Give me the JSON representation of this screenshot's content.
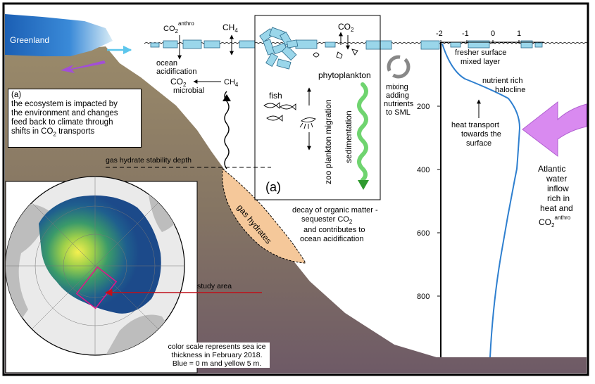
{
  "labels": {
    "greenland": "Greenland",
    "co2_anthro_base": "CO",
    "co2_anthro_sub": "2",
    "co2_anthro_sup": "anthro",
    "ch4_top": "CH",
    "ch4_top_sub": "4",
    "ocean_acidification": [
      "ocean",
      "acidification"
    ],
    "co2_microbial_base": "CO",
    "co2_microbial_sub": "2",
    "microbial": "microbial",
    "ch4_mid": "CH",
    "ch4_mid_sub": "4",
    "co2_box_base": "CO",
    "co2_box_sub": "2",
    "phytoplankton": "phytoplankton",
    "fish": "fish",
    "zooplankton_migration": "zoo plankton migration",
    "sedimentation": "sedimentation",
    "panel_a": "(a)",
    "mixing": [
      "mixing",
      "adding",
      "nutrients",
      "to SML"
    ],
    "gas_hydrate_depth": "gas hydrate stability depth",
    "gas_hydrates": "gas hydrates",
    "decay_1": "decay of organic matter -",
    "decay_2_base": "sequester CO",
    "decay_2_sub": "2",
    "decay_3": "and contributes to",
    "decay_4": "ocean acidification",
    "fresher_1": "fresher surface",
    "fresher_2": "mixed layer",
    "nutrient_1": "nutrient rich",
    "nutrient_2": "halocline",
    "heat_transport": [
      "heat transport",
      "towards the",
      "surface"
    ],
    "atlantic": [
      "Atlantic",
      "water",
      "inflow",
      "rich in",
      "heat and"
    ],
    "atlantic_co2_base": "CO",
    "atlantic_co2_sub": "2",
    "atlantic_co2_sup": "anthro",
    "study_area": "study area"
  },
  "note_a": {
    "line1": "(a)",
    "line2": "the ecosystem is impacted by",
    "line3": "the environment and changes",
    "line4": "feed back to climate through",
    "line5_base": "shifts in CO",
    "line5_sub": "2",
    "line5_tail": " transports"
  },
  "color_caption": [
    "color scale represents sea ice",
    "thickness in February 2018.",
    "Blue = 0 m and yellow 5 m."
  ],
  "axis_ticks": {
    "top": [
      "-2",
      "-1",
      "0",
      "1"
    ],
    "left": [
      "200",
      "400",
      "600",
      "800"
    ]
  },
  "colors": {
    "seafloor_top": "#9a8a6a",
    "seafloor_bottom": "#6e5a66",
    "ice": "#9ad6ea",
    "hydrate": "#f5c89a",
    "profile_line": "#2e7fcf",
    "atlantic_arrow": "#d98af0",
    "sedimentation": "#6fd46f",
    "study_area_line": "#c0101a"
  }
}
